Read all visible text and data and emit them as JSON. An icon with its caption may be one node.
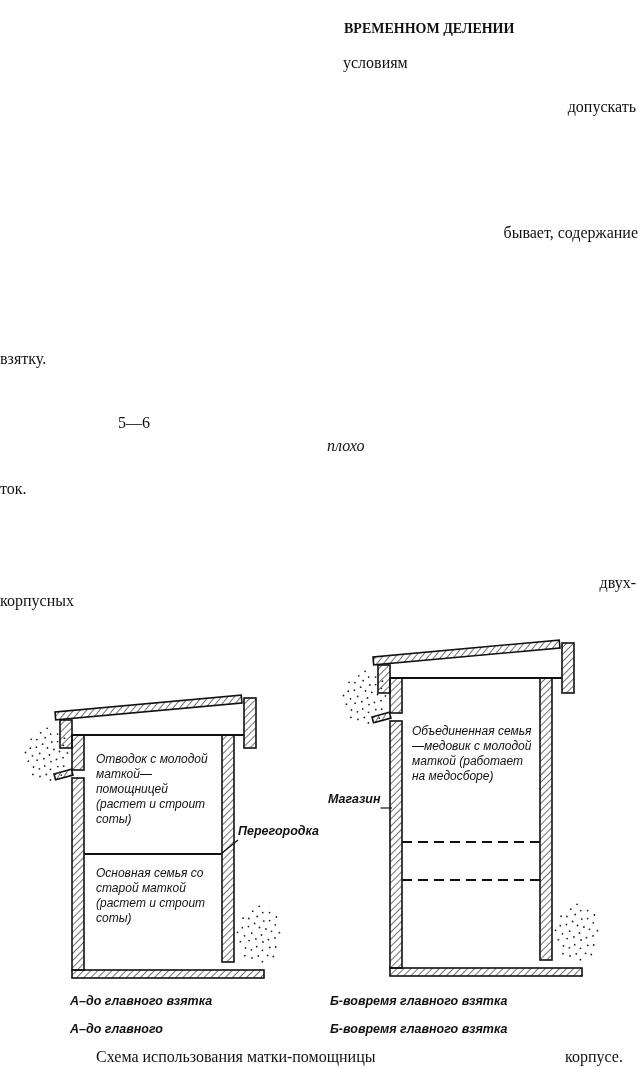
{
  "diagram": {
    "nodes": [
      {
        "text": [
          "Перегородка"
        ]
      },
      {
        "text": [],
        "shape": "bar"
      },
      {
        "text": [
          "Магазин"
        ]
      }
    ],
    "edges": [
      {
        "from": 0,
        "to": 1,
        "arrow": "none"
      },
      {
        "from": 2,
        "to": null,
        "arrow": "none"
      }
    ],
    "labels": [
      "ВРЕМЕННОМ ДЕЛЕНИИ",
      "условиям",
      "допускать",
      "бывает, содержание",
      "взятку.",
      "5—6",
      "плохо",
      "ток.",
      "двух-",
      "корпусных",
      "Отводок с молодой маткой— помощницей (растет и строит соты)",
      "Основная семья со старой маткой (растет и строит соты)",
      "Объединенная семья—медовик с молодой маткой (работает на медосборе)",
      "А–до главного взятка",
      "Б-вовремя главного взятка",
      "А–до главного",
      "Б-вовремя главного взятка",
      "Схема использования матки-помощницы",
      "корпусе."
    ]
  }
}
